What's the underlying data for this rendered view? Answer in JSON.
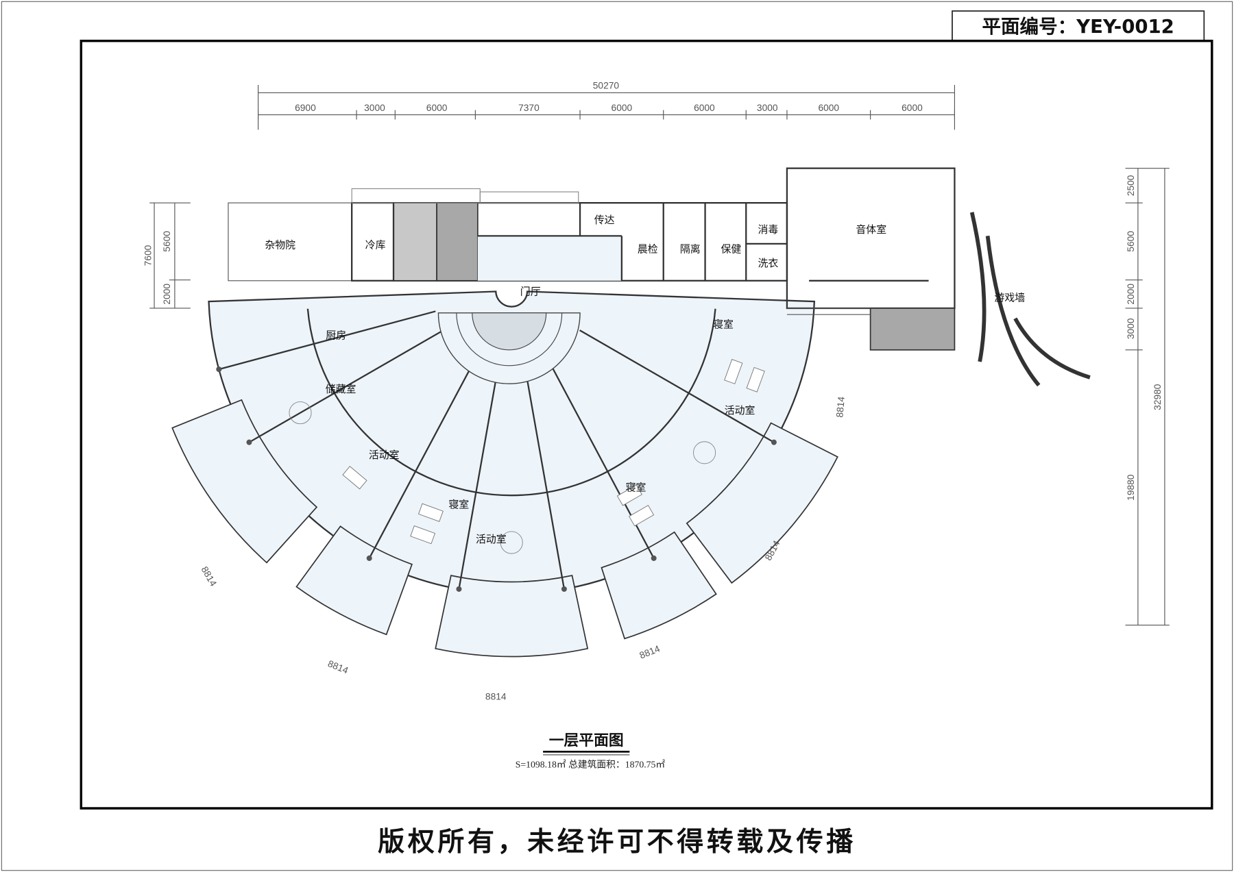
{
  "plan_number": "平面编号：YEY-0012",
  "drawing_title": "一层平面图",
  "area_note": "S=1098.18㎡ 总建筑面积：1870.75㎡",
  "copyright": "版权所有，未经许可不得转载及传播",
  "top_dimensions": {
    "total": "50270",
    "segments": [
      "6900",
      "3000",
      "6000",
      "7370",
      "6000",
      "6000",
      "3000",
      "6000",
      "6000"
    ]
  },
  "left_dimensions": {
    "total": "7600",
    "segments": [
      "5600",
      "2000"
    ]
  },
  "right_dimensions": {
    "total": "32980",
    "segments": [
      "2500",
      "5600",
      "2000",
      "3000",
      "19880"
    ]
  },
  "radial_dimensions": [
    "8814",
    "8814",
    "8814",
    "8814",
    "8814",
    "8814"
  ],
  "rooms": [
    "杂物院",
    "冷库",
    "传达",
    "晨检",
    "隔离",
    "保健",
    "消毒",
    "洗衣",
    "音体室",
    "门厅",
    "厨房",
    "储藏室",
    "活动室",
    "寝室",
    "活动室",
    "寝室",
    "寝室",
    "活动室",
    "游戏墙"
  ],
  "colors": {
    "floor_fill": "#edf4fa",
    "service_gray": "#a8a8a8",
    "frame": "#000000"
  }
}
